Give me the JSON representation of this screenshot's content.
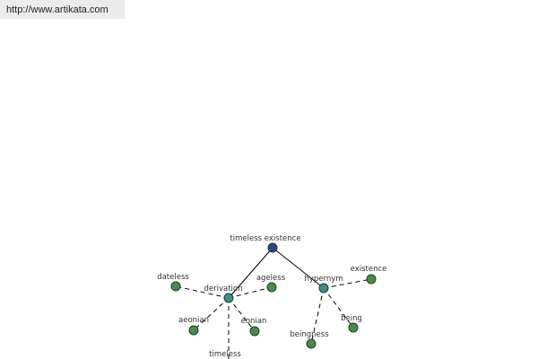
{
  "header": {
    "url": "http://www.artikata.com"
  },
  "colors": {
    "root_node": "#33418c",
    "relation_node": "#3f8c8c",
    "word_node": "#4a8c4a"
  },
  "graph": {
    "root": {
      "label": "timeless existence"
    },
    "relations": [
      {
        "key": "derivation",
        "label": "derivation"
      },
      {
        "key": "hypernym",
        "label": "hypernym"
      }
    ],
    "words": [
      {
        "key": "dateless",
        "label": "dateless"
      },
      {
        "key": "ageless",
        "label": "ageless"
      },
      {
        "key": "aeonian",
        "label": "aeonian"
      },
      {
        "key": "eonian",
        "label": "eonian"
      },
      {
        "key": "timeless",
        "label": "timeless"
      },
      {
        "key": "existence",
        "label": "existence"
      },
      {
        "key": "being",
        "label": "being"
      },
      {
        "key": "beingness",
        "label": "beingness"
      }
    ]
  }
}
